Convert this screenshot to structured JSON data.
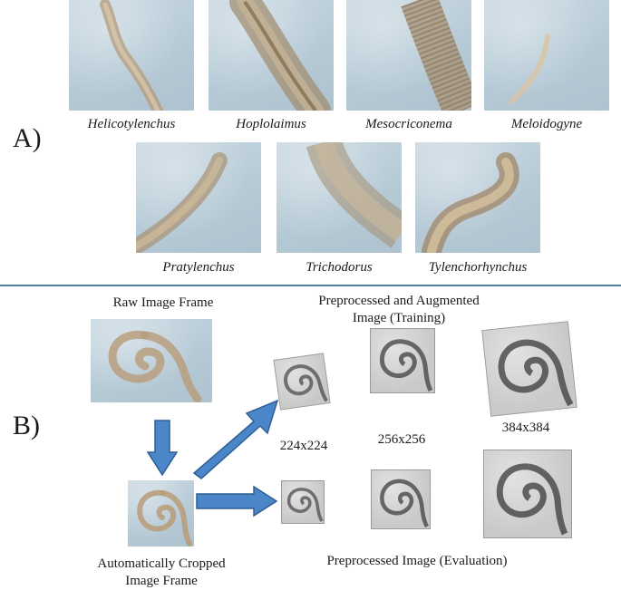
{
  "panel_a": {
    "label": "A)",
    "species": [
      {
        "name": "Helicotylenchus"
      },
      {
        "name": "Hoplolaimus"
      },
      {
        "name": "Mesocriconema"
      },
      {
        "name": "Meloidogyne"
      },
      {
        "name": "Pratylenchus"
      },
      {
        "name": "Trichodorus"
      },
      {
        "name": "Tylenchorhynchus"
      }
    ]
  },
  "panel_b": {
    "label": "B)",
    "raw_title": "Raw Image Frame",
    "cropped_title_line1": "Automatically Cropped",
    "cropped_title_line2": "Image Frame",
    "training_title_line1": "Preprocessed and Augmented",
    "training_title_line2": "Image (Training)",
    "evaluation_title": "Preprocessed Image (Evaluation)",
    "sizes": [
      "224x224",
      "256x256",
      "384x384"
    ]
  },
  "colors": {
    "divider": "#4e7f9e",
    "arrow_fill": "#4a86c8",
    "arrow_stroke": "#2f5f94"
  }
}
